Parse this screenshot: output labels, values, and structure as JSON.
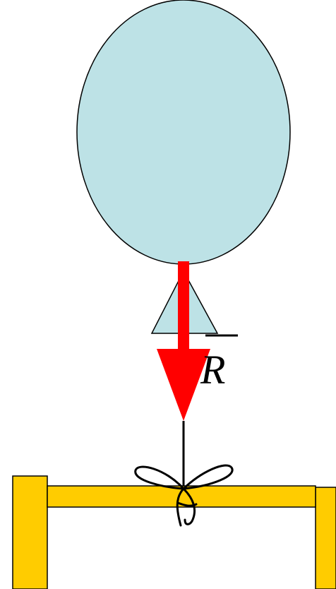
{
  "diagram": {
    "vector_label": "R",
    "colors": {
      "balloon_fill": "#BDE2E6",
      "outline": "#000000",
      "force_arrow": "#FF0000",
      "table": "#FFCC00",
      "background": "#FFFFFF"
    },
    "elements": {
      "balloon": "balloon",
      "balloon_knot": "balloon-neck",
      "force_vector": "force-arrow",
      "string": "string",
      "bow": "bow-knot",
      "table": "table"
    }
  }
}
